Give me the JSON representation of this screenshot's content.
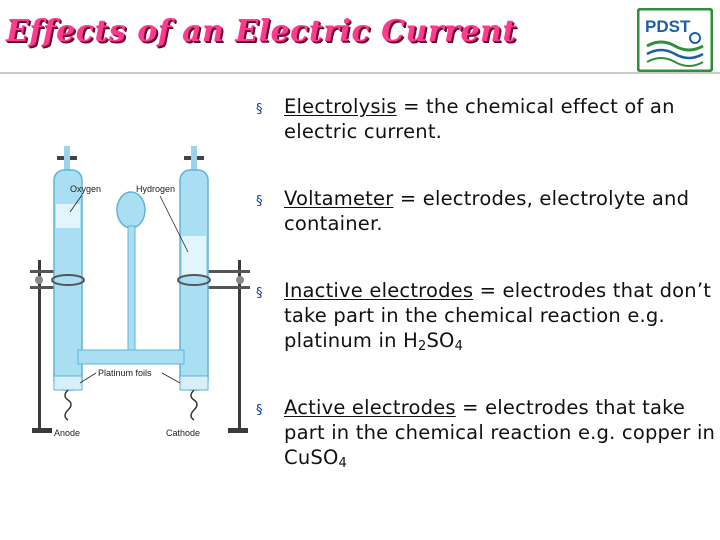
{
  "title": "Effects of an Electric Current",
  "logo": {
    "text": "PDST",
    "icon": "pdst-logo"
  },
  "diagram": {
    "labels": {
      "oxygen": "Oxygen",
      "hydrogen": "Hydrogen",
      "platinum_foils": "Platinum foils",
      "anode": "Anode",
      "cathode": "Cathode"
    }
  },
  "bullets": [
    {
      "term": "Electrolysis",
      "rest": " = the chemical effect of an electric current."
    },
    {
      "term": "Voltameter",
      "rest": " = electrodes, electrolyte and container."
    },
    {
      "term": "Inactive electrodes",
      "rest": " = electrodes that don’t take part in the chemical reaction e.g. platinum in ",
      "formula": {
        "a": "H",
        "a_sub": "2",
        "b": "SO",
        "b_sub": "4"
      }
    },
    {
      "term": "Active electrodes",
      "rest": " = electrodes that take part in the chemical reaction e.g. copper in ",
      "formula": {
        "a": "CuSO",
        "a_sub": "4"
      }
    }
  ],
  "bullet_marker": "§",
  "colors": {
    "title": "#ff3b8d",
    "marker": "#0f3f9a",
    "logo_green": "#2f8f3a",
    "logo_blue": "#1c5fa8"
  }
}
